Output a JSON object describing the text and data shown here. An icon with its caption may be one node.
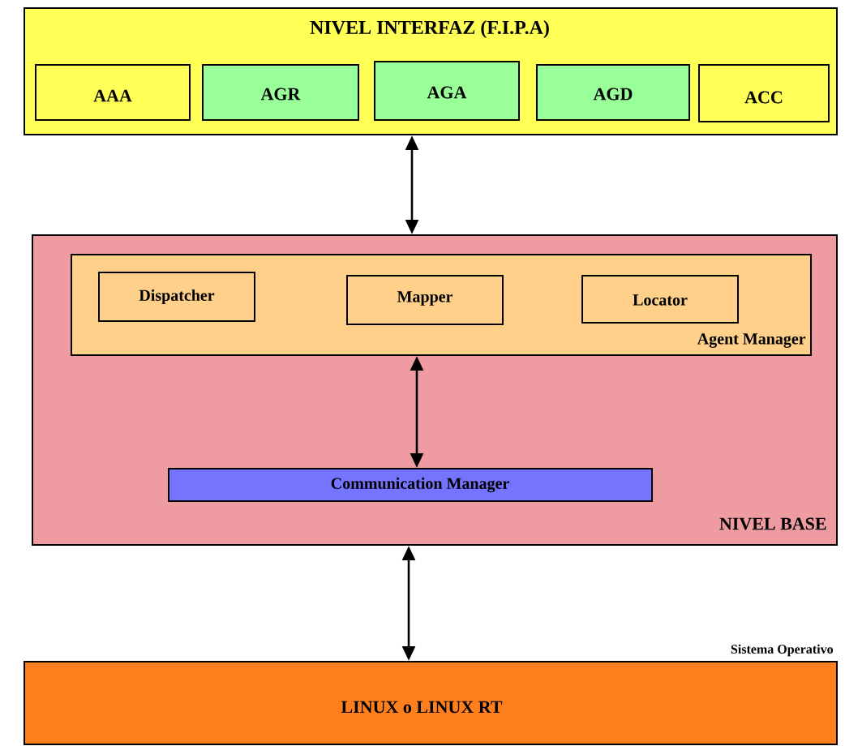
{
  "diagram": {
    "nodes": [
      {
        "text": [
          "NIVEL INTERFAZ  (F.I.P.A)"
        ]
      },
      {
        "text": [
          "AAA"
        ],
        "in": 0
      },
      {
        "text": [
          "AGR"
        ],
        "in": 0
      },
      {
        "text": [
          "AGA"
        ],
        "in": 0
      },
      {
        "text": [
          "AGD"
        ],
        "in": 0
      },
      {
        "text": [
          "ACC"
        ],
        "in": 0
      },
      {
        "text": [
          "NIVEL BASE"
        ]
      },
      {
        "text": [
          "Agent Manager"
        ],
        "in": 6
      },
      {
        "text": [
          "Dispatcher"
        ],
        "in": 7
      },
      {
        "text": [
          "Mapper"
        ],
        "in": 7
      },
      {
        "text": [
          "Locator"
        ],
        "in": 7
      },
      {
        "text": [
          "Communication Manager"
        ],
        "in": 6
      },
      {
        "text": [
          "Sistema Operativo",
          "LINUX o LINUX RT"
        ]
      }
    ],
    "edges": [
      {
        "from": 0,
        "to": 6,
        "arrow": "both"
      },
      {
        "from": 7,
        "to": 11,
        "arrow": "both"
      },
      {
        "from": 6,
        "to": 12,
        "arrow": "both"
      }
    ]
  }
}
